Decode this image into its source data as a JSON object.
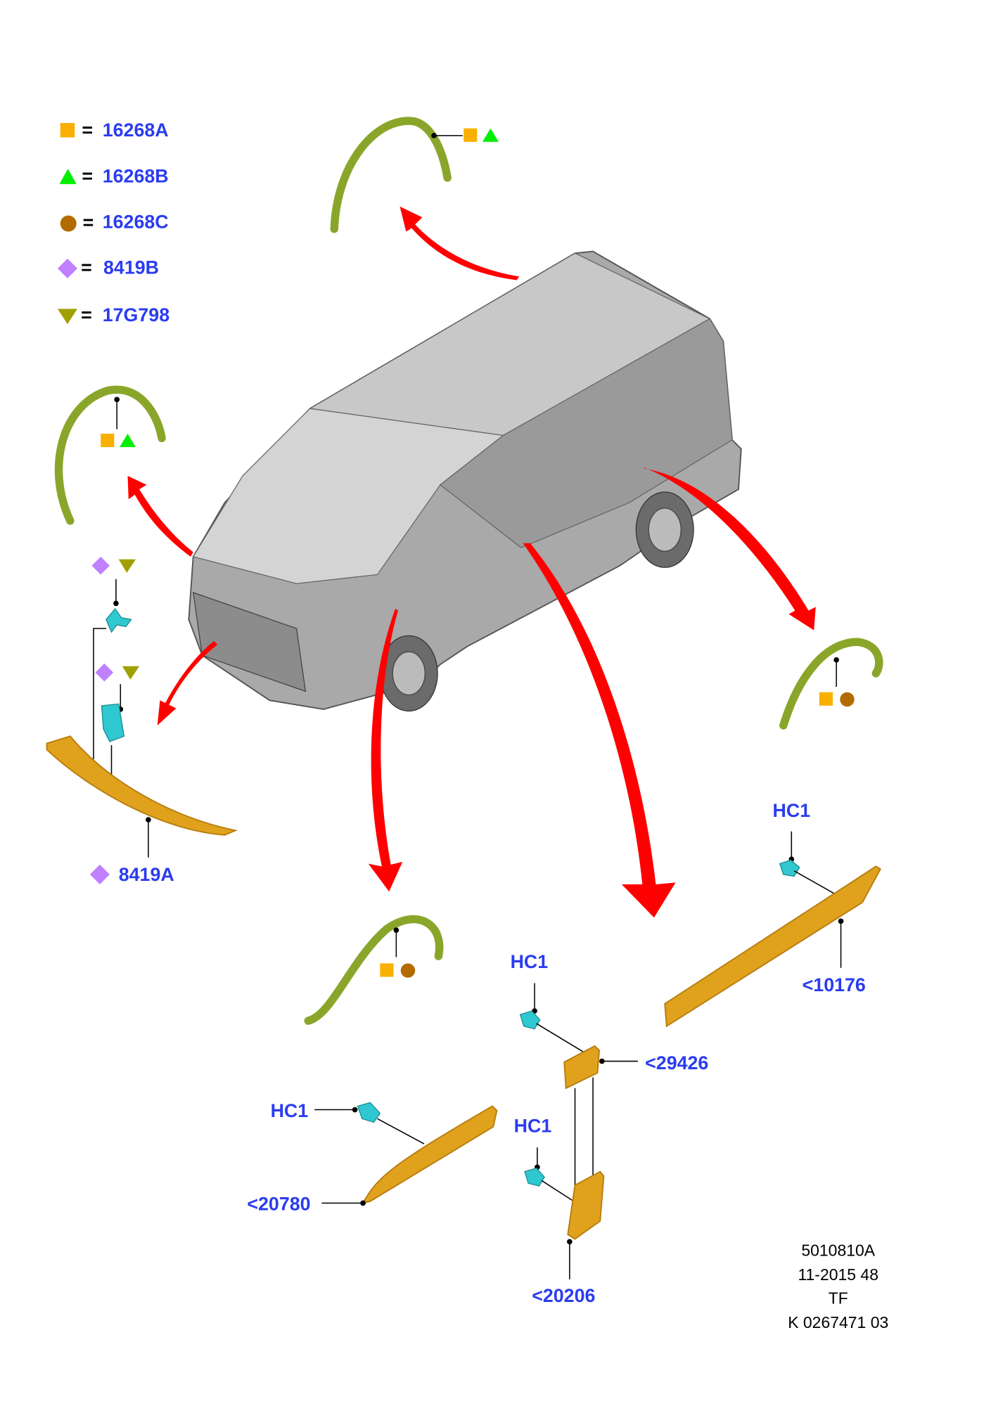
{
  "legend": [
    {
      "symbol": "square",
      "color": "#f9b000",
      "part": "16268A"
    },
    {
      "symbol": "triangle-up",
      "color": "#00ee00",
      "part": "16268B"
    },
    {
      "symbol": "circle",
      "color": "#b36b00",
      "part": "16268C"
    },
    {
      "symbol": "diamond",
      "color": "#c080ff",
      "part": "8419B"
    },
    {
      "symbol": "triangle-down",
      "color": "#a0a000",
      "part": "17G798"
    }
  ],
  "equals": "=",
  "callouts": {
    "hc1_right": "HC1",
    "part_10176": "<10176",
    "hc1_center_top": "HC1",
    "part_29426": "<29426",
    "hc1_left": "HC1",
    "hc1_center_bottom": "HC1",
    "part_20780": "<20780",
    "part_20206": "<20206",
    "part_8419A": "8419A"
  },
  "footer": {
    "line1": "5010810A",
    "line2": "11-2015 48",
    "line3": "TF",
    "line4": "K 0267471 03"
  }
}
